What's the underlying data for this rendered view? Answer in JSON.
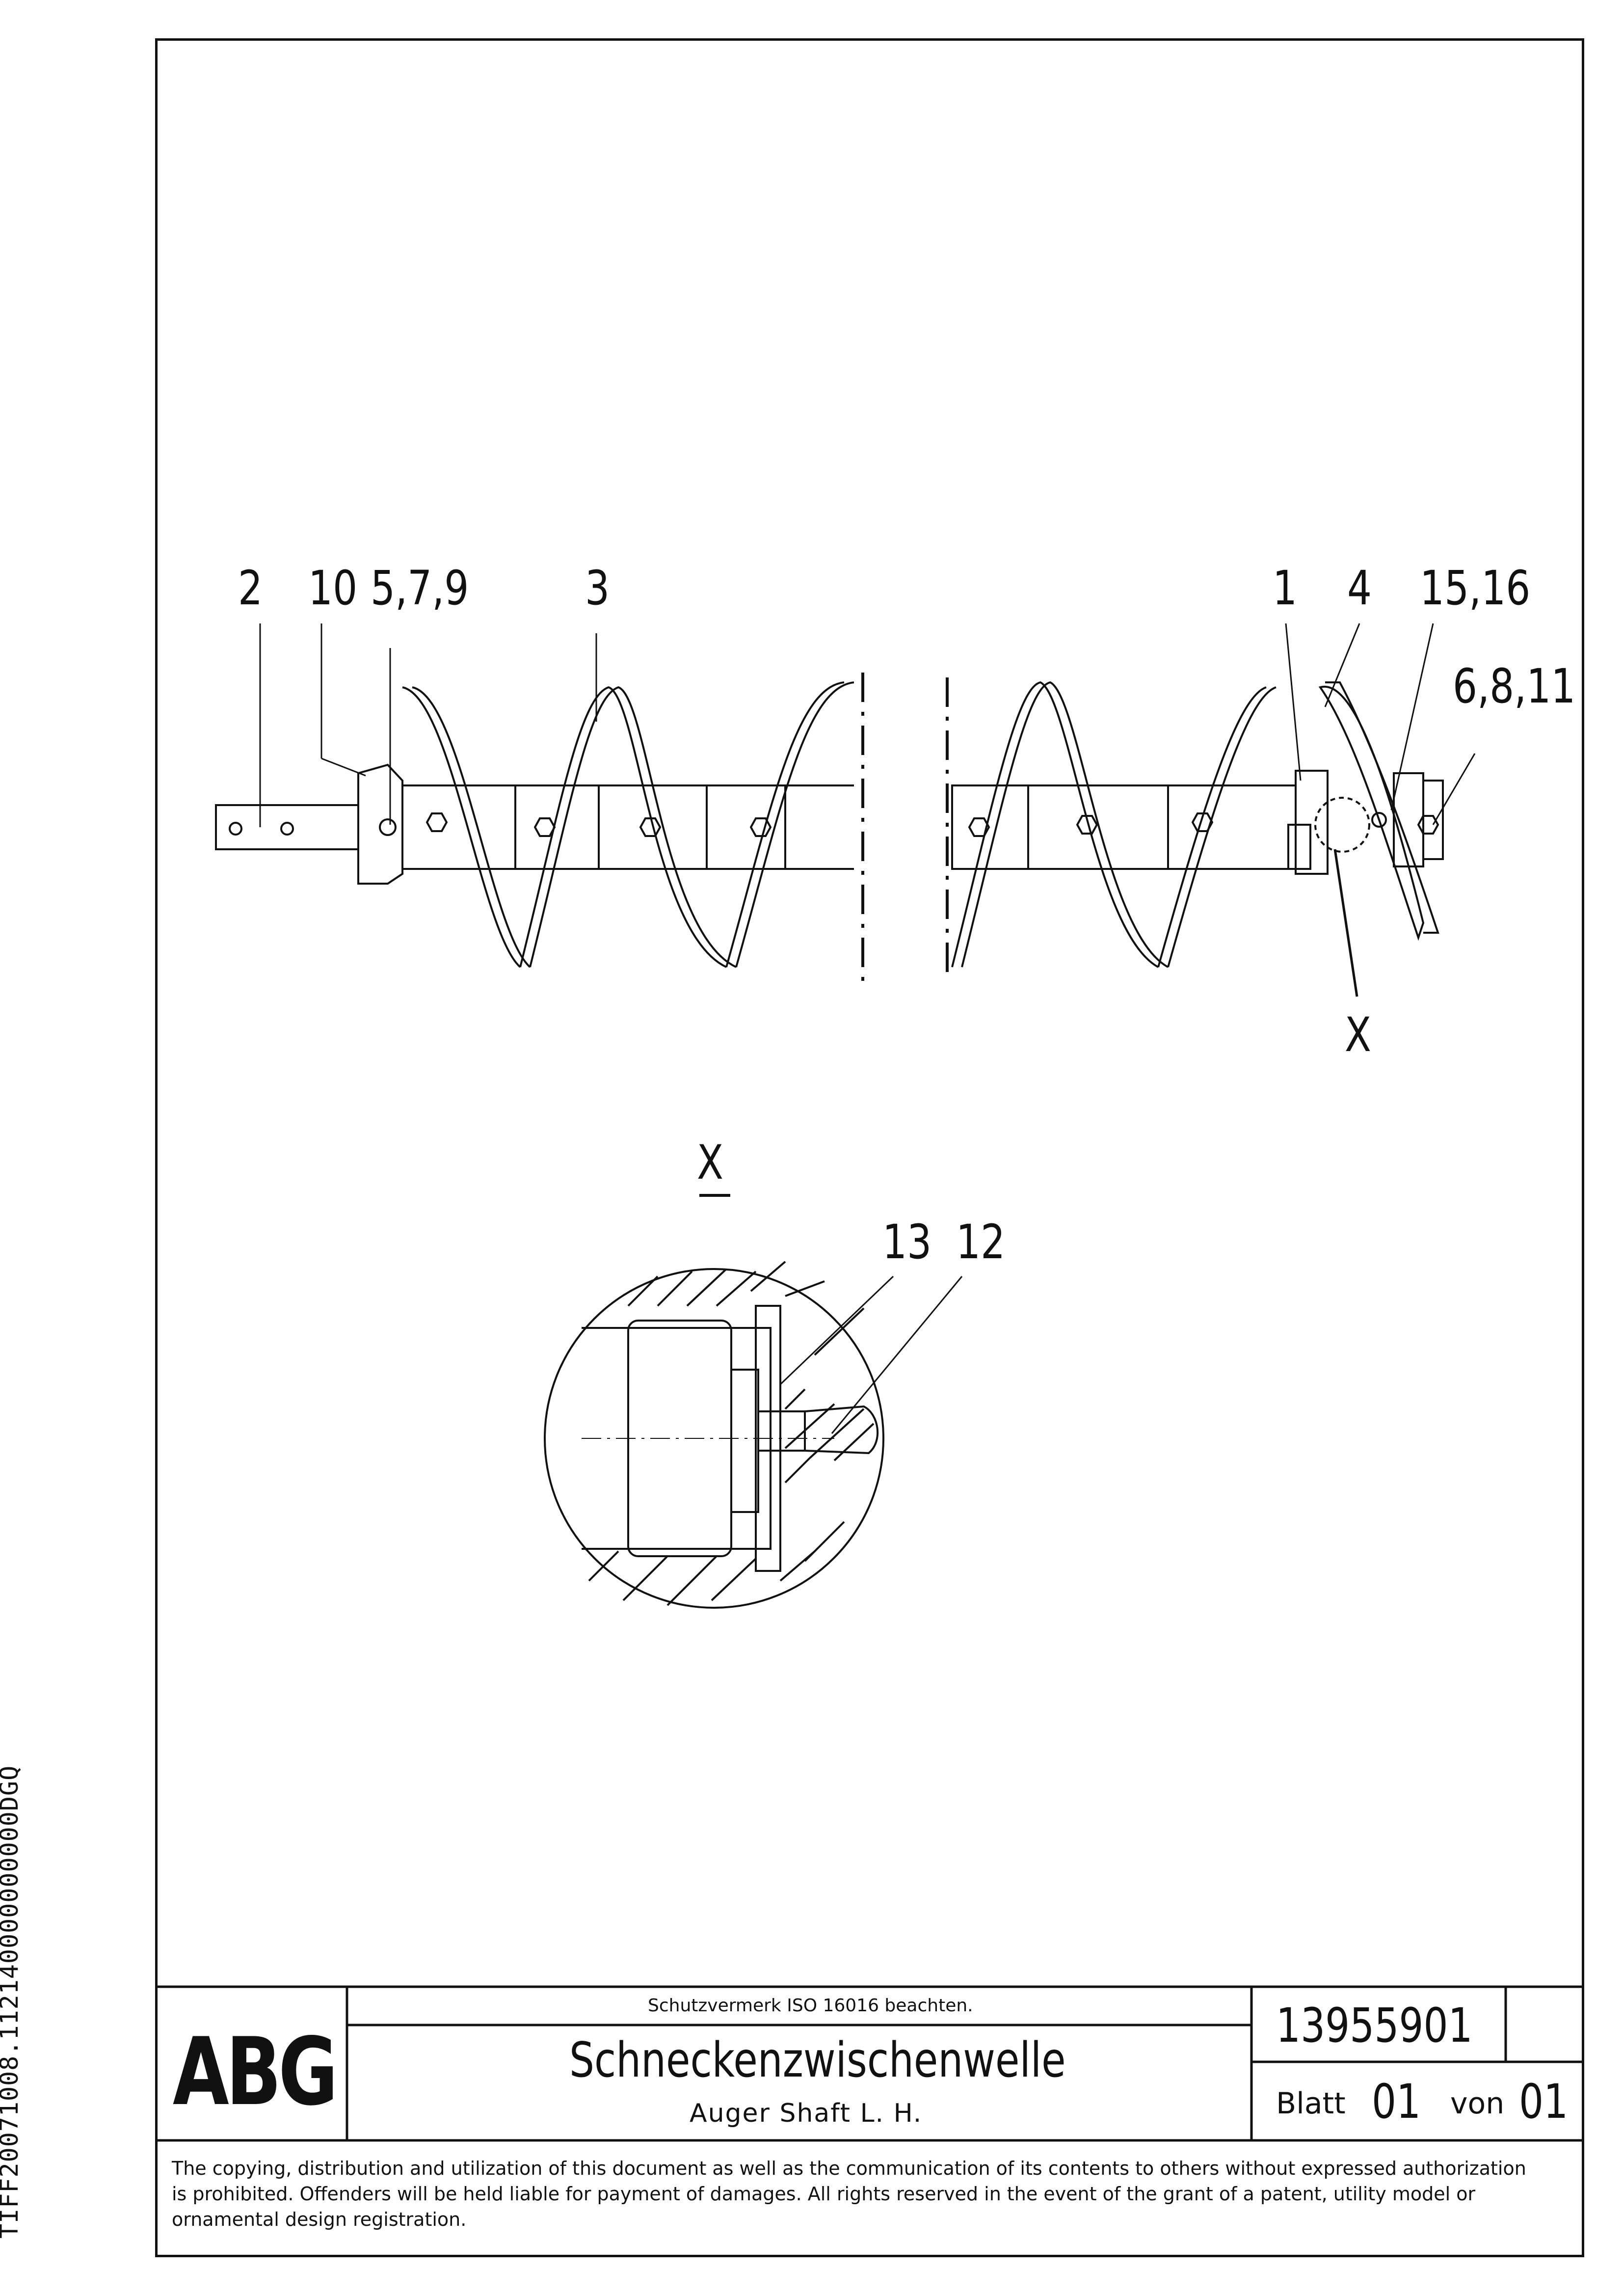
{
  "side_code": "TIFF20071008.112140000000000DGQ",
  "callouts": {
    "c2": "2",
    "c10": "10",
    "c579": "5,7,9",
    "c3": "3",
    "c1": "1",
    "c4": "4",
    "c1516": "15,16",
    "c6811": "6,8,11",
    "cX": "X",
    "detail_label": "X",
    "c13": "13",
    "c12": "12"
  },
  "title_block": {
    "logo": "ABG",
    "protection_note": "Schutzvermerk ISO 16016 beachten.",
    "title_de": "Schneckenzwischenwelle",
    "title_en": "Auger Shaft L. H.",
    "drawing_number": "13955901",
    "sheet_label": "Blatt",
    "sheet_number": "01",
    "of_label": "von",
    "sheet_total": "01",
    "copyright": [
      "The copying, distribution and utilization of this document as well as the communication of its contents to others without expressed authorization",
      "is prohibited. Offenders will be held liable for payment of damages. All rights reserved in the event of the grant of a patent, utility model or",
      "ornamental design registration."
    ]
  }
}
